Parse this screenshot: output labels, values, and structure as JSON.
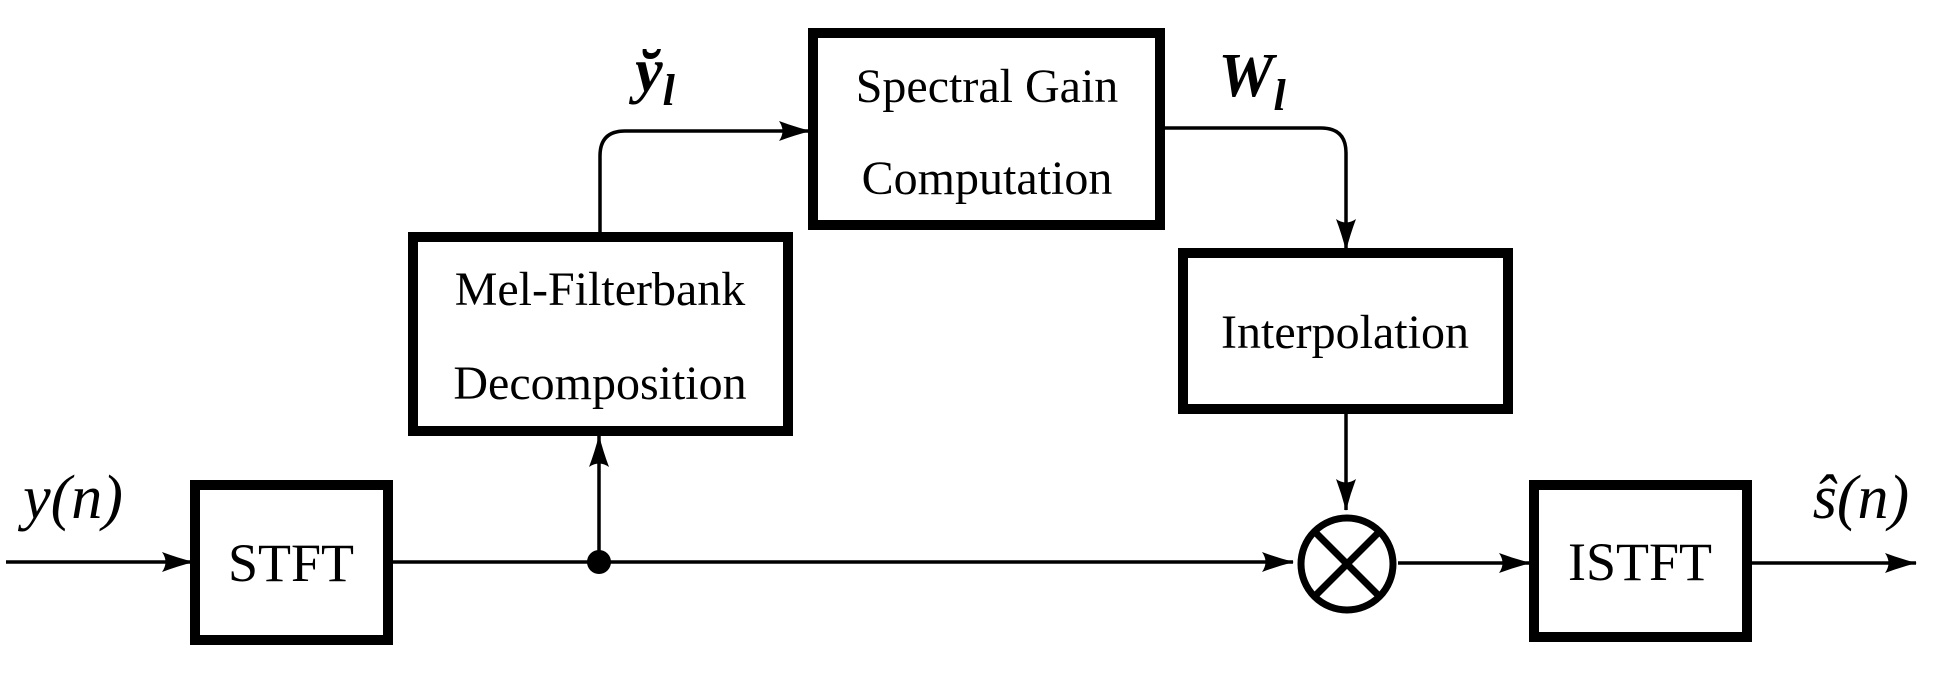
{
  "diagram": {
    "title": "mel-domain speech enhancement block diagram",
    "background_color": "#ffffff",
    "line_color": "#000000",
    "blocks": {
      "stft": {
        "label": "STFT"
      },
      "mel_filterbank": {
        "line1": "Mel-Filterbank",
        "line2": "Decomposition"
      },
      "spectral_gain": {
        "line1": "Spectral Gain",
        "line2": "Computation"
      },
      "interpolation": {
        "label": "Interpolation"
      },
      "istft": {
        "label": "ISTFT"
      }
    },
    "signals": {
      "input": {
        "label": "y(n)"
      },
      "mel_output": {
        "base": "y̆",
        "sub": "l"
      },
      "gain_output": {
        "base": "W",
        "sub": "l"
      },
      "output": {
        "label": "ŝ(n)"
      }
    },
    "operators": {
      "multiplier": {
        "symbol": "circled-times"
      }
    }
  }
}
